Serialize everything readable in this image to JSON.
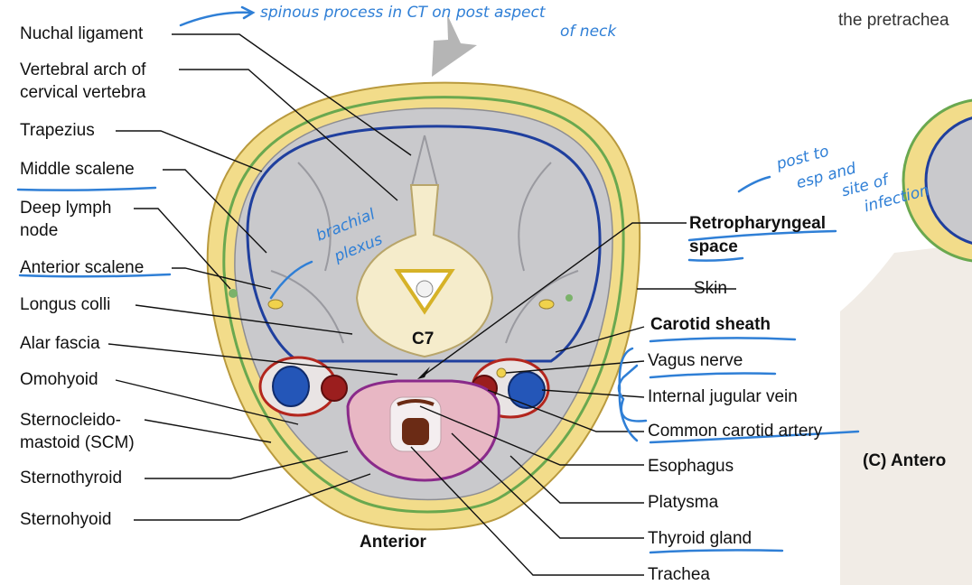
{
  "left_labels": [
    {
      "id": "nuchal",
      "text": "Nuchal ligament"
    },
    {
      "id": "vert1",
      "text": "Vertebral arch of"
    },
    {
      "id": "vert2",
      "text": "cervical vertebra"
    },
    {
      "id": "trapezius",
      "text": "Trapezius"
    },
    {
      "id": "mid_scalene",
      "text": "Middle scalene"
    },
    {
      "id": "lymph1",
      "text": "Deep lymph"
    },
    {
      "id": "lymph2",
      "text": "node"
    },
    {
      "id": "ant_scalene",
      "text": "Anterior scalene"
    },
    {
      "id": "longus",
      "text": "Longus colli"
    },
    {
      "id": "alar",
      "text": "Alar fascia"
    },
    {
      "id": "omohyoid",
      "text": "Omohyoid"
    },
    {
      "id": "scm1",
      "text": "Sternocleido-"
    },
    {
      "id": "scm2",
      "text": "mastoid (SCM)"
    },
    {
      "id": "sternothyroid",
      "text": "Sternothyroid"
    },
    {
      "id": "sternohyoid",
      "text": "Sternohyoid"
    }
  ],
  "right_labels": [
    {
      "id": "retro1",
      "text": "Retropharyngeal"
    },
    {
      "id": "retro2",
      "text": "space"
    },
    {
      "id": "skin",
      "text": "Skin"
    },
    {
      "id": "carotid_sheath",
      "text": "Carotid sheath"
    },
    {
      "id": "vagus",
      "text": "Vagus nerve"
    },
    {
      "id": "ijv",
      "text": "Internal jugular vein"
    },
    {
      "id": "cca",
      "text": "Common carotid artery"
    },
    {
      "id": "esophagus",
      "text": "Esophagus"
    },
    {
      "id": "platysma",
      "text": "Platysma"
    },
    {
      "id": "thyroid",
      "text": "Thyroid gland"
    },
    {
      "id": "trachea",
      "text": "Trachea"
    }
  ],
  "vertebra_label": "C7",
  "orientation_label": "Anterior",
  "panel_label": "(C) Antero",
  "top_partial_text": "the pretrachea",
  "handwritten_notes": {
    "spinous1": "spinous process in CT on post aspect",
    "spinous2": "of neck",
    "brachial1": "brachial",
    "brachial2": "plexus",
    "post1": "post to",
    "post2": "esp and",
    "post3": "site of",
    "post4": "infection"
  },
  "colors": {
    "fat": "#f2dc8a",
    "muscle": "#c9c9cc",
    "fascia_blue": "#1f3f9e",
    "fascia_green": "#6aa84f",
    "vein": "#2456b8",
    "artery": "#9b1e1e",
    "thyroid": "#e8b7c4",
    "pen": "#2f7fd6"
  }
}
